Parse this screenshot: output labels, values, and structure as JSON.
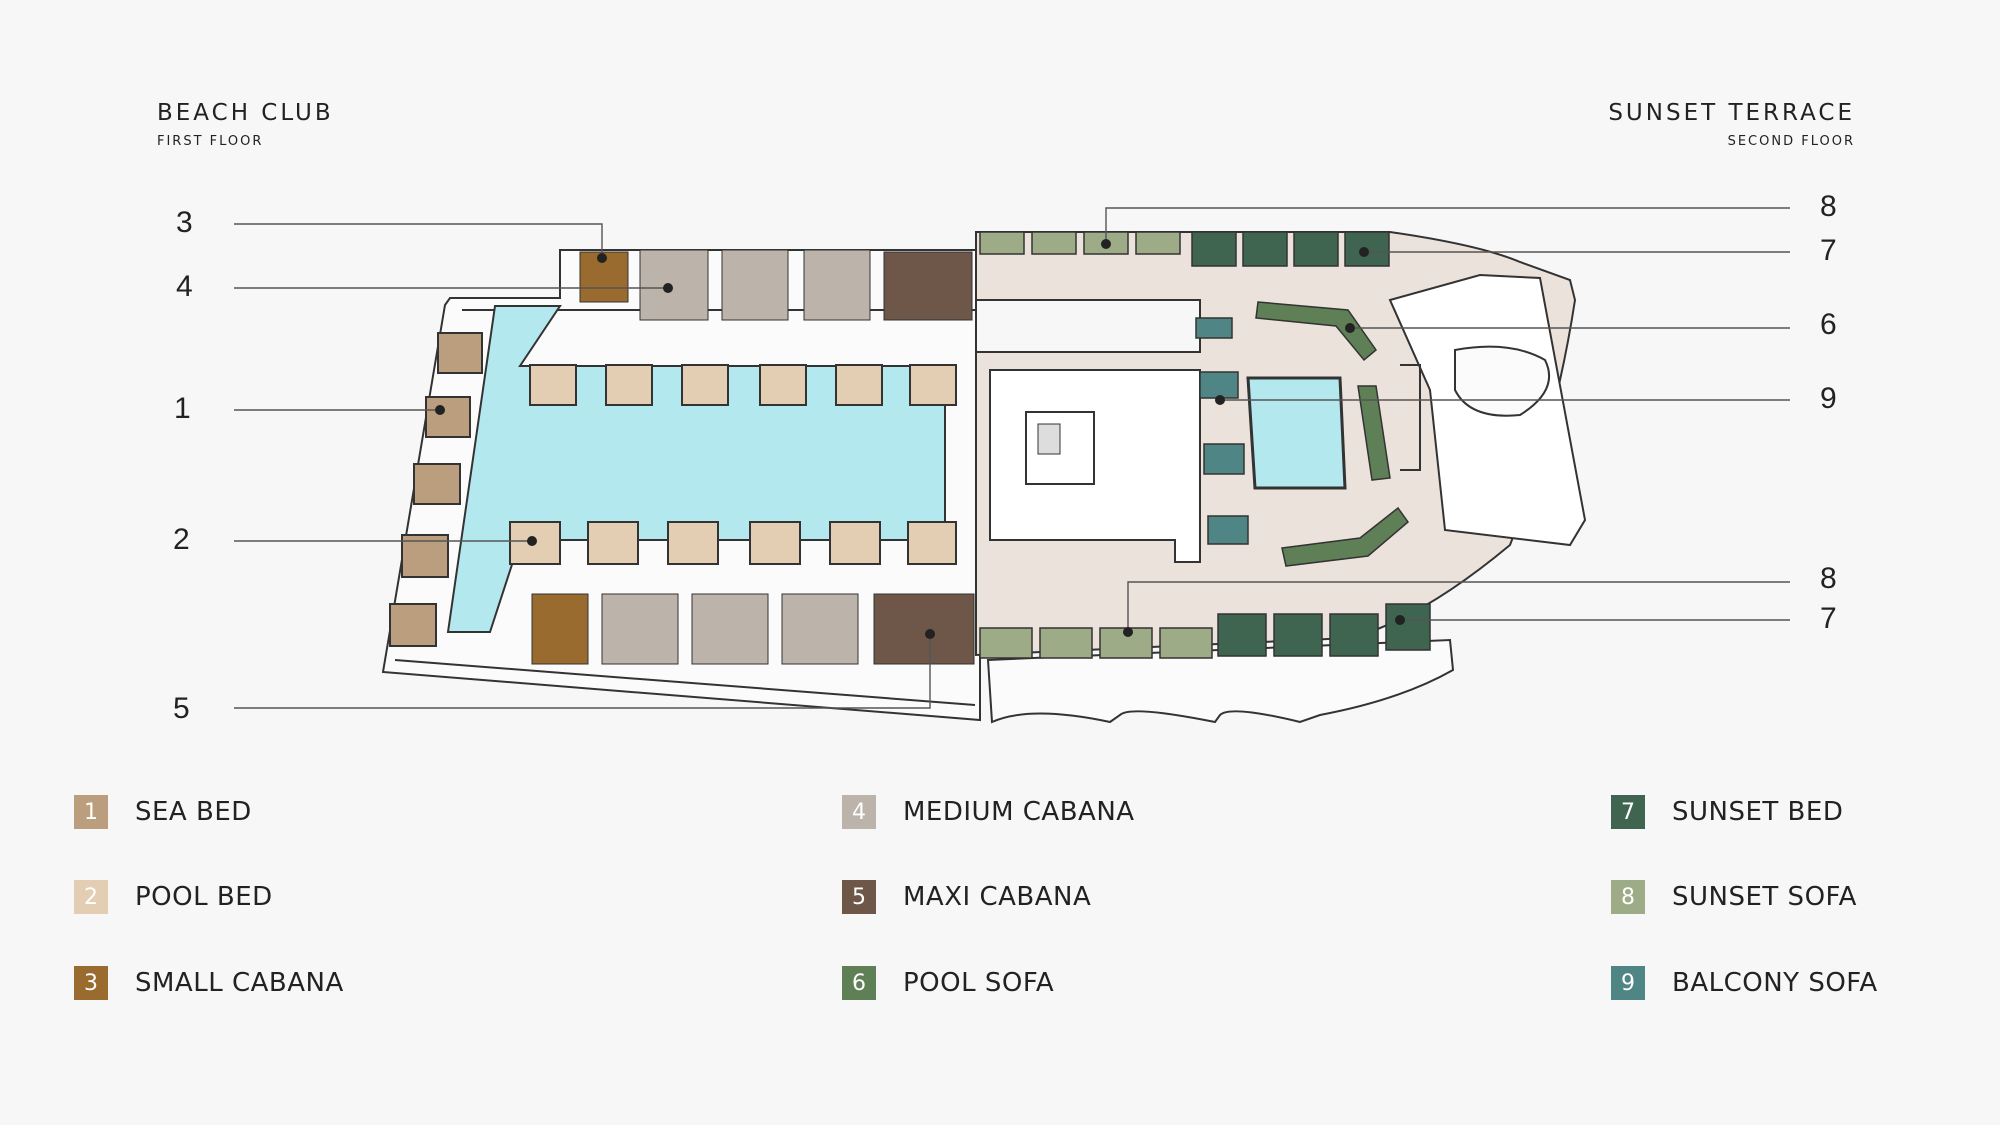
{
  "floors": {
    "left": {
      "title": "BEACH CLUB",
      "subtitle": "FIRST FLOOR"
    },
    "right": {
      "title": "SUNSET TERRACE",
      "subtitle": "SECOND FLOOR"
    }
  },
  "callouts_left": [
    "3",
    "4",
    "1",
    "2",
    "5"
  ],
  "callouts_right": [
    "8",
    "7",
    "6",
    "9",
    "8",
    "7"
  ],
  "legend": [
    {
      "num": "1",
      "label": "SEA BED",
      "color": "#bb9e7e"
    },
    {
      "num": "2",
      "label": "POOL BED",
      "color": "#e3cdb3"
    },
    {
      "num": "3",
      "label": "SMALL CABANA",
      "color": "#9a6b2f"
    },
    {
      "num": "4",
      "label": "MEDIUM CABANA",
      "color": "#bcb3aa"
    },
    {
      "num": "5",
      "label": "MAXI CABANA",
      "color": "#6e5748"
    },
    {
      "num": "6",
      "label": "POOL SOFA",
      "color": "#5f7f57"
    },
    {
      "num": "7",
      "label": "SUNSET BED",
      "color": "#3f6450"
    },
    {
      "num": "8",
      "label": "SUNSET SOFA",
      "color": "#9dac86"
    },
    {
      "num": "9",
      "label": "BALCONY SOFA",
      "color": "#4f8584"
    }
  ],
  "colors": {
    "pool": "#b3e8ee",
    "terrace_floor": "#ece2dc",
    "outline": "#333333",
    "background": "#f7f7f7"
  }
}
